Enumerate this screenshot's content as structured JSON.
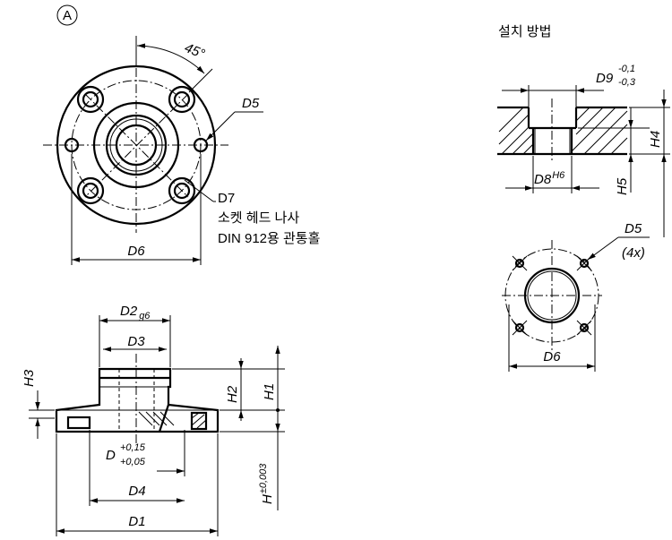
{
  "views": {
    "top": {
      "marker": "A",
      "angle_label": "45°",
      "d5_label": "D5",
      "d6_label": "D6",
      "d7_label": "D7",
      "note_line1": "소켓 헤드 나사",
      "note_line2": "DIN 912용 관통홀"
    },
    "side": {
      "d2_label": "D2",
      "d2_tol": "g6",
      "d3_label": "D3",
      "d_label": "D",
      "d_tol_upper": "+0,15",
      "d_tol_lower": "+0,05",
      "d4_label": "D4",
      "d1_label": "D1",
      "h3_label": "H3",
      "h2_label": "H2",
      "h1_label": "H1",
      "h_label": "H",
      "h_tol": "±0,003"
    },
    "install": {
      "title": "설치 방법",
      "d9_label": "D9",
      "d9_tol_upper": "-0,1",
      "d9_tol_lower": "-0,3",
      "d8_label": "D8",
      "d8_tol": "H6",
      "h4_label": "H4",
      "h5_label": "H5",
      "d5_label": "D5",
      "d5_count": "(4x)",
      "d6_label": "D6"
    }
  }
}
